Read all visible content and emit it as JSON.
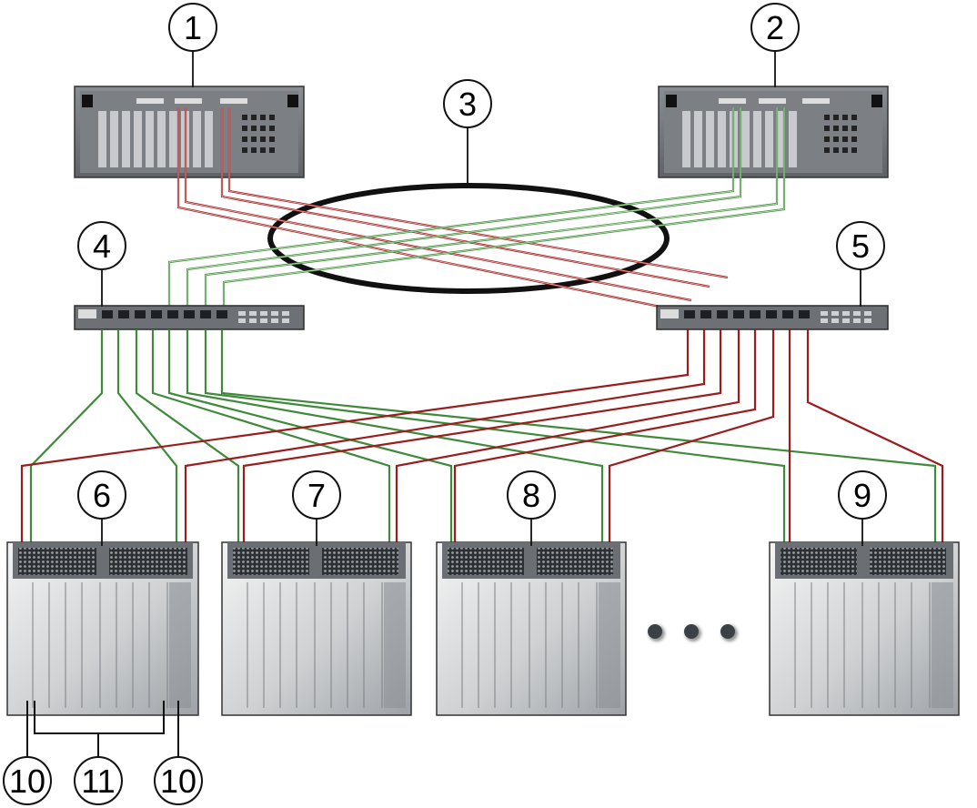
{
  "callouts": {
    "c1": "1",
    "c2": "2",
    "c3": "3",
    "c4": "4",
    "c5": "5",
    "c6": "6",
    "c7": "7",
    "c8": "8",
    "c9": "9",
    "c10a": "10",
    "c10b": "10",
    "c11": "11"
  },
  "colors": {
    "red_cable": "#9b1c1c",
    "green_cable": "#3f8a3a",
    "ring": "#111111",
    "chassis": "#6f7378",
    "switch": "#707479"
  }
}
